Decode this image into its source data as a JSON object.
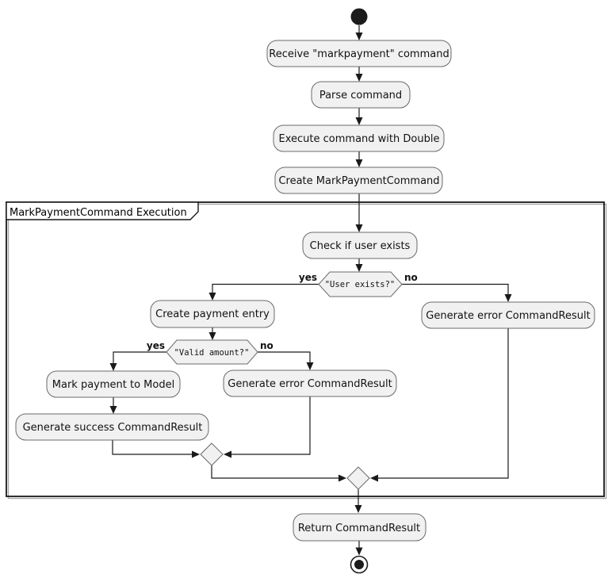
{
  "diagram": {
    "type": "uml-activity-flowchart",
    "partition_title": "MarkPaymentCommand Execution",
    "activities": {
      "receive": "Receive \"markpayment\" command",
      "parse": "Parse command",
      "execute": "Execute command with Double",
      "create_command": "Create MarkPaymentCommand",
      "check_user": "Check if user exists",
      "create_entry": "Create payment entry",
      "mark_payment": "Mark payment to Model",
      "generate_success": "Generate success CommandResult",
      "generate_error_amount": "Generate error CommandResult",
      "generate_error_user": "Generate error CommandResult",
      "return_result": "Return CommandResult"
    },
    "conditions": {
      "user_exists": {
        "label": "\"User exists?\"",
        "yes_label": "yes",
        "no_label": "no"
      },
      "valid_amount": {
        "label": "\"Valid amount?\"",
        "yes_label": "yes",
        "no_label": "no"
      }
    },
    "colors": {
      "background": "#FFFFFF",
      "node_fill": "#F1F1F1",
      "node_border": "#6B6B6B",
      "edge": "#1A1A1A",
      "frame_border": "#181818",
      "text": "#121212"
    }
  }
}
